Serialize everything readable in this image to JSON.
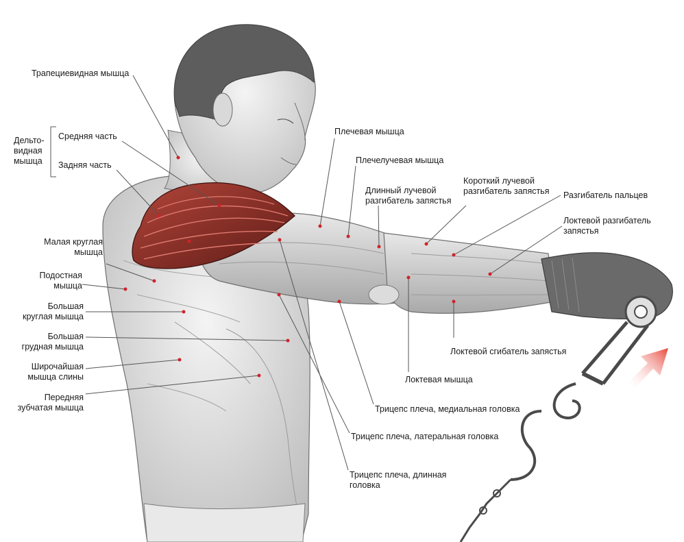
{
  "labels": {
    "trapezius": "Трапециевидная мышца",
    "deltoid_group": [
      "Дельто-",
      "видная",
      "мышца"
    ],
    "deltoid_middle": "Средняя часть",
    "deltoid_rear": "Задняя часть",
    "teres_minor": [
      "Малая круглая",
      "мышца"
    ],
    "infraspinatus": [
      "Подостная",
      "мышца"
    ],
    "teres_major": [
      "Большая",
      "круглая мышца"
    ],
    "pectoralis_major": [
      "Большая",
      "грудная мышца"
    ],
    "latissimus": [
      "Широчайшая",
      "мышца слины"
    ],
    "serratus": [
      "Передняя",
      "зубчатая мышца"
    ],
    "brachialis": "Плечевая мышца",
    "brachioradialis": "Плечелучевая мышца",
    "ecr_longus": [
      "Длинный лучевой",
      "разгибатель запястья"
    ],
    "ecr_brevis": [
      "Короткий лучевой",
      "разгибатель запястья"
    ],
    "ext_digitorum": "Разгибатель пальцев",
    "ext_carpi_ulnaris": [
      "Локтевой разгибатель",
      "запястья"
    ],
    "flex_carpi_ulnaris": "Локтевой сгибатель запястья",
    "anconeus": "Локтевая мышца",
    "triceps_medial": "Трицепс плеча, медиальная головка",
    "triceps_lateral": "Трицепс плеча, латеральная головка",
    "triceps_long": [
      "Трицепс плеча, длинная",
      "головка"
    ]
  },
  "colors": {
    "line": "#555555",
    "dot": "#d0222a",
    "muscle_highlight": "#8a2a22",
    "arrow": "#e8463a"
  },
  "icons": {
    "direction_arrow": "arrow-up-right-icon",
    "cable_handle": "cable-handle-icon"
  }
}
